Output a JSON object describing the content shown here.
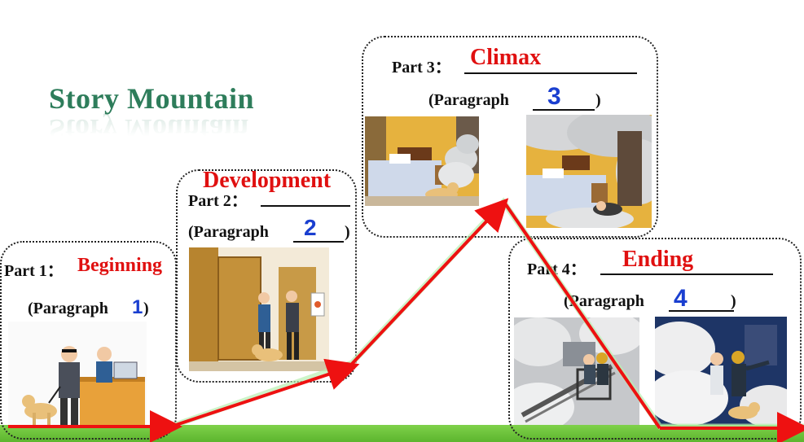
{
  "title": "Story Mountain",
  "parts": [
    {
      "part_label": "Part 1：",
      "answer": "Beginning",
      "paragraph_open": "(Paragraph",
      "paragraph_num": "1",
      "paragraph_close": ")"
    },
    {
      "part_label": "Part 2：",
      "answer": "Development",
      "paragraph_open": "(Paragraph",
      "paragraph_num": "2",
      "paragraph_close": ")"
    },
    {
      "part_label": "Part 3：",
      "answer": "Climax",
      "paragraph_open": "(Paragraph",
      "paragraph_num": "3",
      "paragraph_close": ")"
    },
    {
      "part_label": "Part 4：",
      "answer": "Ending",
      "paragraph_open": "(Paragraph",
      "paragraph_num": "4",
      "paragraph_close": ")"
    }
  ],
  "colors": {
    "title": "#2e7d5b",
    "answer": "#e01010",
    "number": "#1a3fd0",
    "arrow": "#ee1111",
    "grass": "#6cc23a"
  }
}
